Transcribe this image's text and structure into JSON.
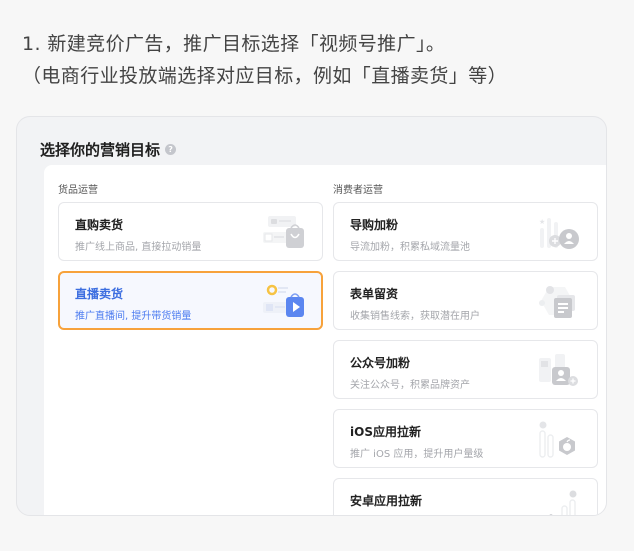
{
  "intro": {
    "line1": "1. 新建竞价广告，推广目标选择「视频号推广」。",
    "line2": "（电商行业投放端选择对应目标，例如「直播卖货」等）"
  },
  "panel": {
    "title": "选择你的营销目标",
    "help_icon": "question-circle-icon",
    "columns": [
      {
        "label": "货品运营",
        "cards": [
          {
            "title": "直购卖货",
            "desc": "推广线上商品, 直接拉动销量",
            "icon": "shopping-bag-icon",
            "selected": false
          },
          {
            "title": "直播卖货",
            "desc": "推广直播间, 提升带货销量",
            "icon": "live-play-bag-icon",
            "selected": true
          }
        ]
      },
      {
        "label": "消费者运营",
        "cards": [
          {
            "title": "导购加粉",
            "desc": "导流加粉，积累私域流量池",
            "icon": "add-user-chat-icon",
            "selected": false
          },
          {
            "title": "表单留资",
            "desc": "收集销售线索，获取潜在用户",
            "icon": "form-document-icon",
            "selected": false
          },
          {
            "title": "公众号加粉",
            "desc": "关注公众号，积累品牌资产",
            "icon": "official-account-user-icon",
            "selected": false
          },
          {
            "title": "iOS应用拉新",
            "desc": "推广 iOS 应用，提升用户量级",
            "icon": "apple-app-icon",
            "selected": false
          },
          {
            "title": "安卓应用拉新",
            "desc": "",
            "icon": "android-app-icon",
            "selected": false
          }
        ]
      }
    ]
  },
  "colors": {
    "selected_border": "#f7a23b",
    "selected_text": "#3c6ee0",
    "icon_grey": "#c8c9cd"
  }
}
